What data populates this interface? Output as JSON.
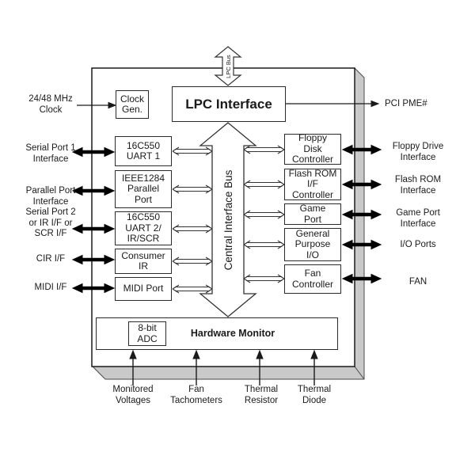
{
  "chip": {
    "lpc_bus": "LPC Bus",
    "central_bus": "Central Interface Bus",
    "clock_gen": "Clock\nGen.",
    "lpc_interface": "LPC Interface",
    "left_blocks": [
      "16C550\nUART 1",
      "IEEE1284\nParallel\nPort",
      "16C550\nUART 2/\nIR/SCR",
      "Consumer\nIR",
      "MIDI Port"
    ],
    "right_blocks": [
      "Floppy\nDisk\nController",
      "Flash ROM\nI/F\nController",
      "Game\nPort",
      "General\nPurpose\nI/O",
      "Fan\nController"
    ],
    "hardware_monitor": "Hardware Monitor",
    "adc": "8-bit\nADC"
  },
  "external_labels": {
    "clock_input": "24/48 MHz\nClock",
    "pci_pme": "PCI PME#",
    "left": [
      "Serial Port 1\nInterface",
      "Parallel Port\nInterface",
      "Serial Port 2\nor IR I/F or\nSCR I/F",
      "CIR I/F",
      "MIDI I/F"
    ],
    "right": [
      "Floppy Drive\nInterface",
      "Flash ROM\nInterface",
      "Game Port\nInterface",
      "I/O Ports",
      "FAN"
    ],
    "bottom": [
      "Monitored\nVoltages",
      "Fan\nTachometers",
      "Thermal\nResistor",
      "Thermal\nDiode"
    ]
  },
  "colors": {
    "line": "#1a1a1a",
    "chip_side": "#c9c9c9",
    "background": "#ffffff"
  }
}
